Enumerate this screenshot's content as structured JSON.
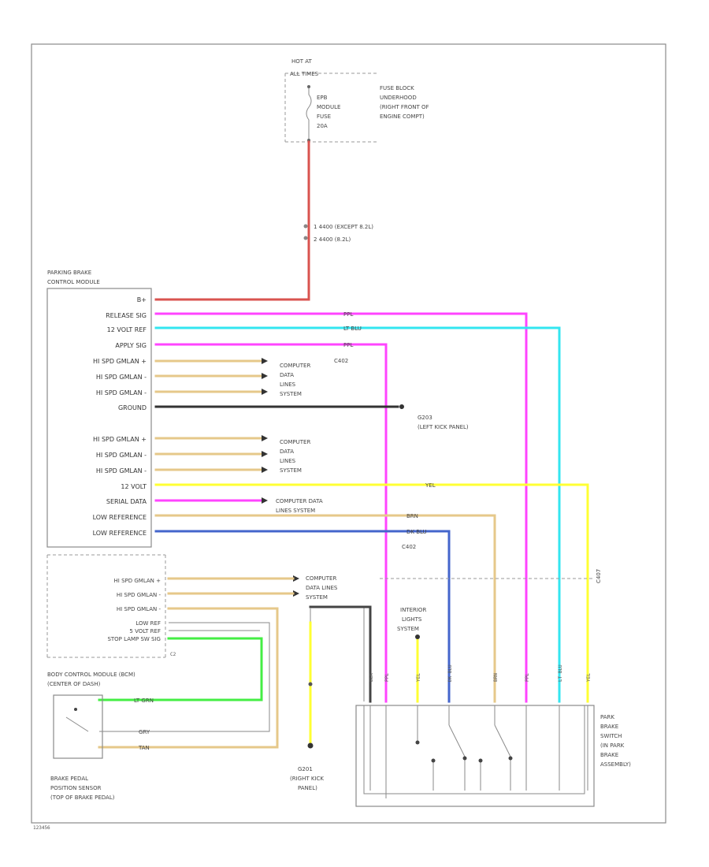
{
  "fuse_block": {
    "hot_at": "HOT AT",
    "all_times": "ALL TIMES",
    "fuse_name": [
      "EPB",
      "MODULE",
      "FUSE",
      "20A"
    ],
    "location": [
      "FUSE BLOCK",
      "UNDERHOOD",
      "(RIGHT FRONT OF",
      "ENGINE COMPT)"
    ]
  },
  "splice_note": {
    "line1": "1 4400 (EXCEPT 8.2L)",
    "line2": "2 4400 (8.2L)"
  },
  "pbcm": {
    "title": [
      "PARKING BRAKE",
      "CONTROL MODULE"
    ],
    "pins": [
      "B+",
      "RELEASE SIG",
      "12 VOLT REF",
      "APPLY SIG",
      "HI SPD GMLAN +",
      "HI SPD GMLAN -",
      "HI SPD GMLAN -",
      "GROUND",
      "HI SPD GMLAN +",
      "HI SPD GMLAN -",
      "HI SPD GMLAN -",
      "12 VOLT",
      "SERIAL DATA",
      "LOW REFERENCE",
      "LOW REFERENCE"
    ]
  },
  "wire_labels": {
    "computer_data_1": [
      "COMPUTER",
      "DATA",
      "LINES",
      "SYSTEM"
    ],
    "computer_data_2": [
      "COMPUTER",
      "DATA",
      "LINES",
      "SYSTEM"
    ],
    "computer_data_3": [
      "COMPUTER DATA",
      "LINES SYSTEM"
    ],
    "computer_data_4": [
      "COMPUTER",
      "DATA LINES",
      "SYSTEM"
    ],
    "ground_g203": [
      "G203",
      "(LEFT KICK PANEL)"
    ],
    "ground_g201": [
      "G201",
      "(RIGHT KICK",
      "PANEL)"
    ],
    "interior_lights": [
      "INTERIOR",
      "LIGHTS",
      "SYSTEM"
    ],
    "c402": "C402",
    "c407": "C407",
    "c402b": "C402",
    "c2": "C2",
    "ppl": "PPL",
    "lt_blu": "LT BLU",
    "yel": "YEL",
    "brn": "BRN",
    "dk_blu": "DK BLU",
    "tan": "TAN",
    "gry": "GRY",
    "lt_grn": "LT GRN",
    "blk": "BLK"
  },
  "bcm": {
    "pins": [
      "HI SPD GMLAN +",
      "HI SPD GMLAN -",
      "HI SPD GMLAN -",
      "LOW REF",
      "5 VOLT REF",
      "STOP LAMP SW SIG"
    ],
    "title": [
      "BODY CONTROL MODULE (BCM)",
      "(CENTER OF DASH)"
    ]
  },
  "brake_sensor": [
    "BRAKE PEDAL",
    "POSITION SENSOR",
    "(TOP OF BRAKE PEDAL)"
  ],
  "park_switch": [
    "PARK",
    "BRAKE",
    "SWITCH",
    "(IN PARK",
    "BRAKE",
    "ASSEMBLY)"
  ],
  "diagram_id": "123456",
  "colors": {
    "red": "#d9534f",
    "magenta": "#ff44ff",
    "cyan": "#33e6f0",
    "yellow": "#ffff33",
    "tan": "#e6c88a",
    "blue": "#4466cc",
    "green": "#44ee44",
    "black": "#333333"
  }
}
